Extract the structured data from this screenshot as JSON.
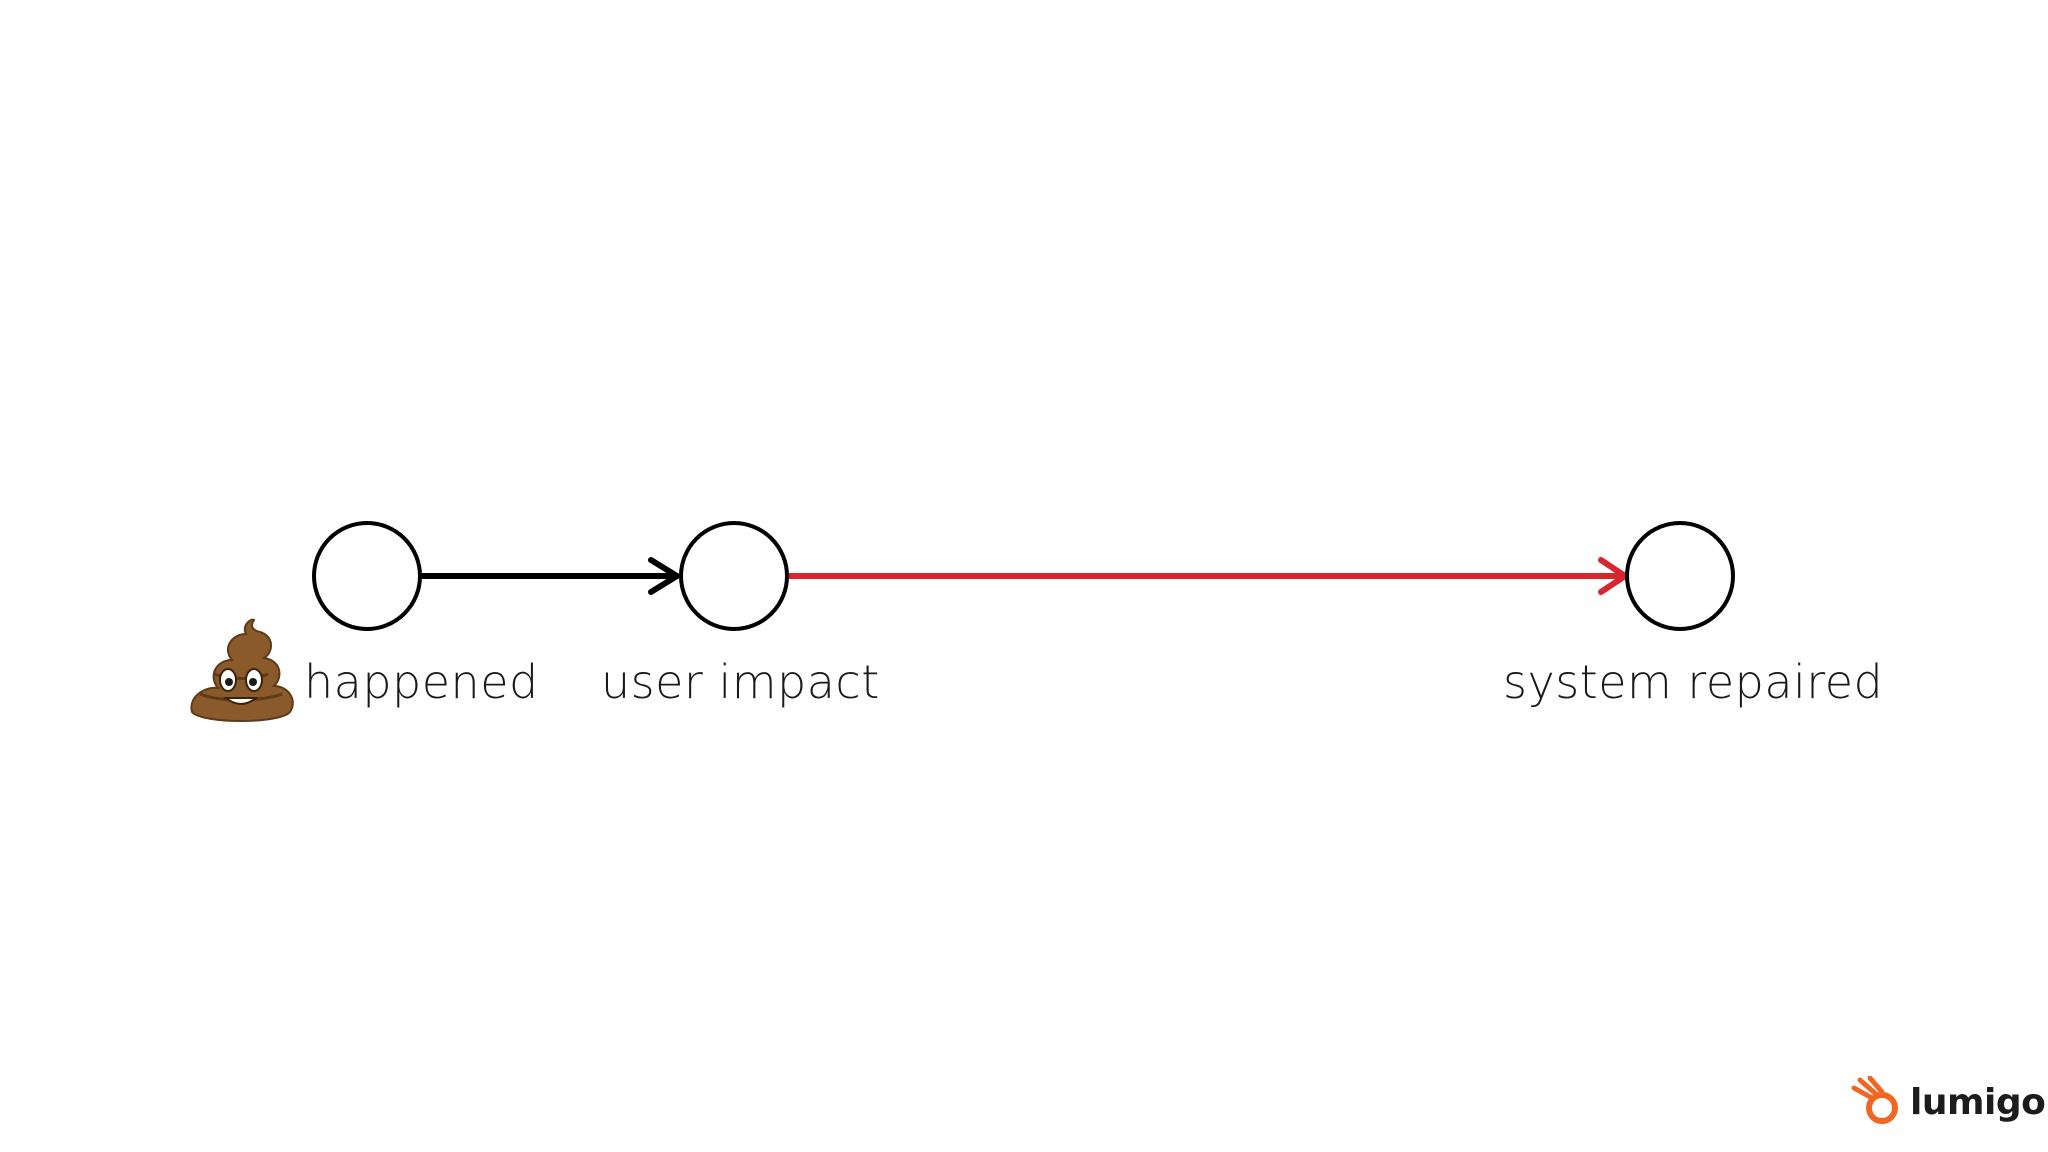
{
  "timeline": {
    "nodes": [
      {
        "id": "happened",
        "label": "happened",
        "has_icon": true,
        "icon": "pile-of-poo-icon"
      },
      {
        "id": "user-impact",
        "label": "user impact"
      },
      {
        "id": "system-repaired",
        "label": "system repaired"
      }
    ],
    "edges": [
      {
        "from": "happened",
        "to": "user-impact",
        "color": "#000000"
      },
      {
        "from": "user-impact",
        "to": "system-repaired",
        "color": "#d9262e"
      }
    ]
  },
  "brand": {
    "name": "lumigo",
    "accent_color": "#f26522",
    "icon": "lumigo-logo-icon"
  }
}
